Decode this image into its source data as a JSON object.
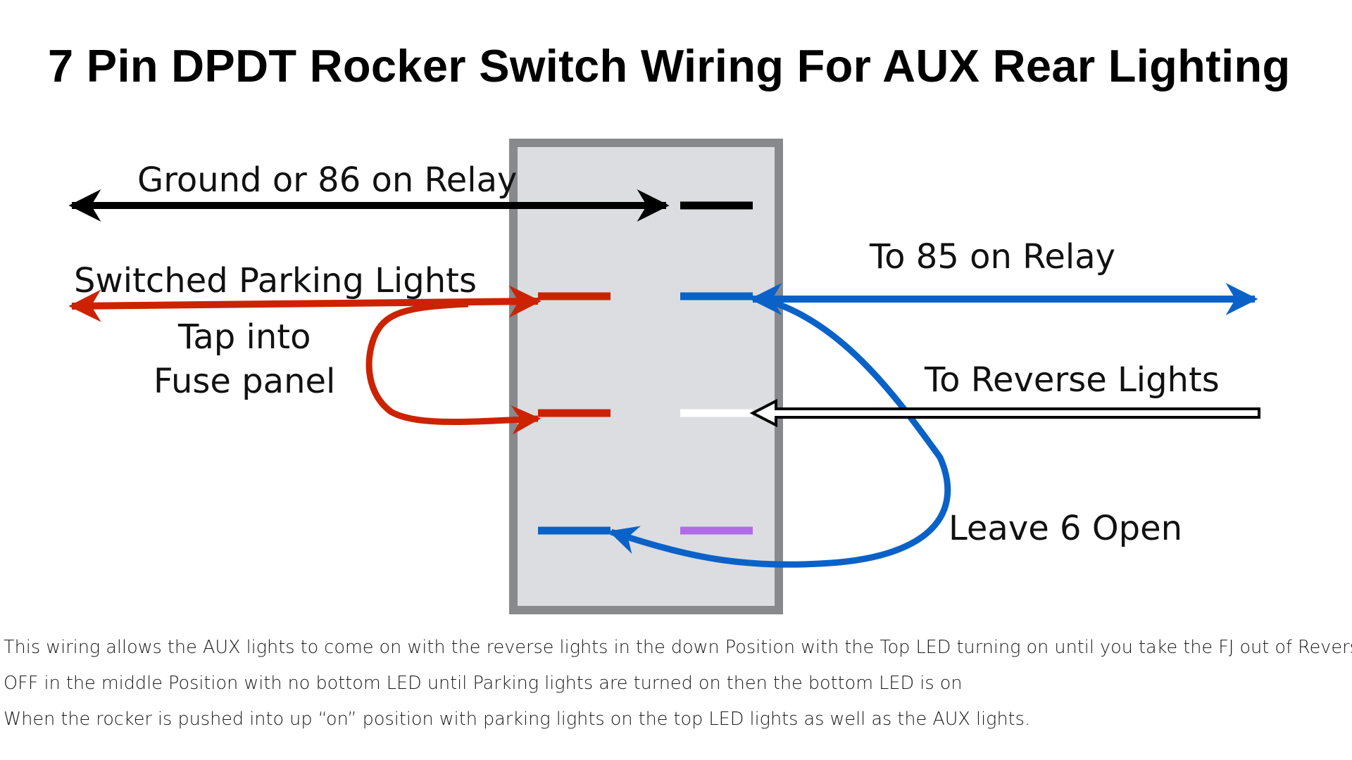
{
  "title": "7 Pin DPDT Rocker Switch Wiring For AUX Rear Lighting",
  "labels": {
    "ground": "Ground or 86 on Relay",
    "parking": "Switched  Parking Lights",
    "tap_line1": "Tap into",
    "tap_line2": "Fuse panel",
    "relay85": "To 85 on Relay",
    "reverse": "To Reverse Lights",
    "leave6": "Leave 6 Open"
  },
  "notes": [
    "This wiring allows the AUX  lights to come on with the reverse lights in the down Position with the Top LED turning on until you take the FJ out of Reverse.",
    "OFF in the middle Position with no bottom LED until Parking lights are turned on then the bottom LED is on",
    "When the rocker is pushed into up “on” position with parking lights on the top LED lights as well as the AUX lights."
  ],
  "colors": {
    "ground_wire": "#000000",
    "parking_wire": "#cc2200",
    "relay_wire": "#0a62c8",
    "reverse_wire": "#ffffff",
    "led_pin": "#b06ce6",
    "switch_body": "#dcdde0",
    "switch_frame": "#88898c"
  }
}
